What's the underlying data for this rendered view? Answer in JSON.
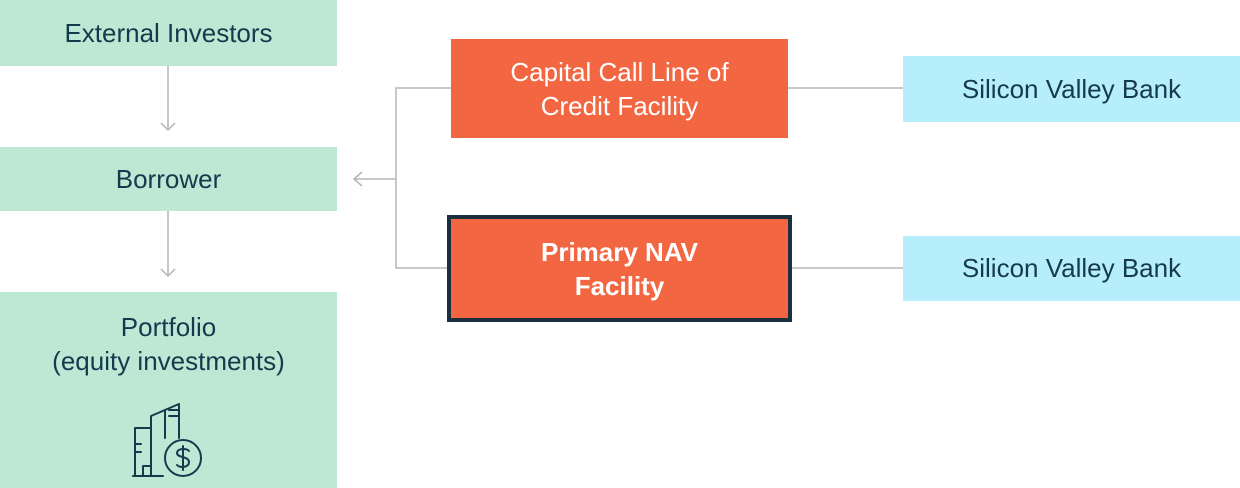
{
  "left_column": {
    "external_investors": "External Investors",
    "borrower": "Borrower",
    "portfolio_line1": "Portfolio",
    "portfolio_line2": "(equity investments)"
  },
  "facilities": {
    "capital_call_line1": "Capital Call Line of",
    "capital_call_line2": "Credit Facility",
    "primary_nav_line1": "Primary NAV",
    "primary_nav_line2": "Facility"
  },
  "lenders": {
    "lender_top": "Silicon Valley Bank",
    "lender_bottom": "Silicon Valley Bank"
  },
  "icons": {
    "portfolio_icon": "buildings-dollar-icon"
  },
  "colors": {
    "green": "#bde9d4",
    "orange": "#f26642",
    "blue": "#b6eefb",
    "navy": "#1c2f3e",
    "connector": "#b5b5b5"
  }
}
